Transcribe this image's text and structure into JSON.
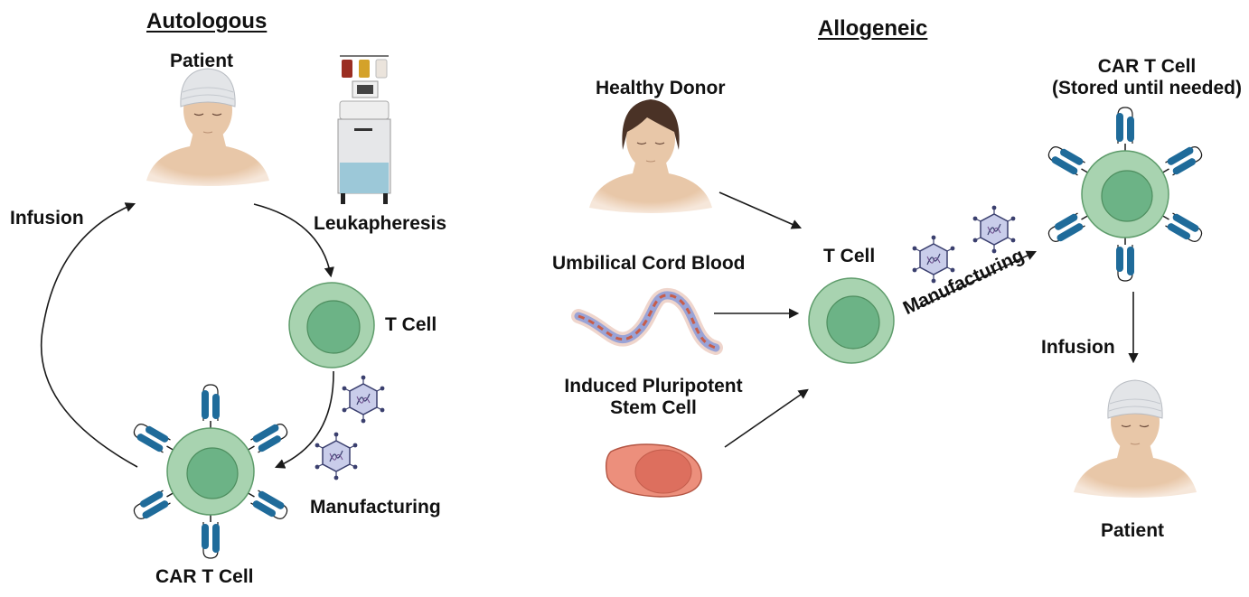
{
  "colors": {
    "cell_outer": "#a8d3b0",
    "cell_outer_stroke": "#5e9c6b",
    "cell_inner": "#6cb386",
    "receptor": "#1f6b9a",
    "ipsc_outer": "#ec8f7c",
    "ipsc_inner": "#dd6f5e",
    "virus": "#c9cdea",
    "arrow": "#1a1a1a",
    "skin": "#e8c7a8",
    "cap": "#e3e5e8",
    "hair": "#4a3226"
  },
  "autologous": {
    "title": "Autologous",
    "patient_label": "Patient",
    "leukapheresis_label": "Leukapheresis",
    "t_cell_label": "T Cell",
    "manufacturing_label": "Manufacturing",
    "car_t_label": "CAR T Cell",
    "infusion_label": "Infusion"
  },
  "allogeneic": {
    "title": "Allogeneic",
    "healthy_donor_label": "Healthy Donor",
    "cord_blood_label": "Umbilical Cord Blood",
    "ipsc_label_line1": "Induced Pluripotent",
    "ipsc_label_line2": "Stem Cell",
    "t_cell_label": "T Cell",
    "manufacturing_label": "Manufacturing",
    "car_t_label_line1": "CAR T Cell",
    "car_t_label_line2": "(Stored until needed)",
    "infusion_label": "Infusion",
    "patient_label": "Patient"
  }
}
